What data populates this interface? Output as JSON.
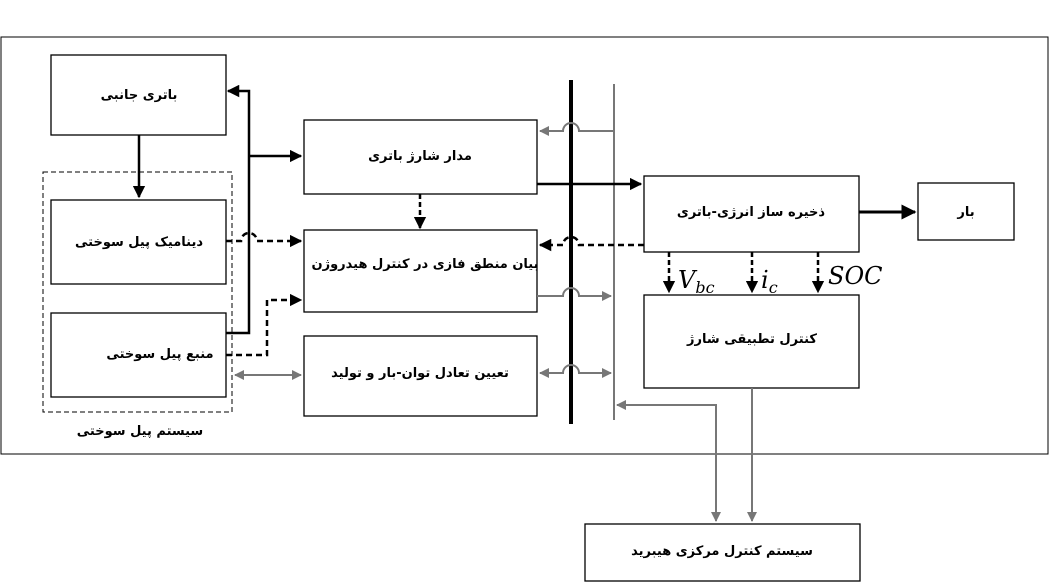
{
  "blocks": {
    "side_battery": "باتری جانبی",
    "fuel_cell_dynamics": "دینامیک پیل سوختی",
    "fuel_cell_source": "منبع پیل سوختی",
    "fuel_cell_system": "سیستم پیل سوختی",
    "battery_charge_circuit": "مدار شارژ باتری",
    "fuzzy_logic_hydrogen_control": "بیان منطق فازی در کنترل هیدروژن",
    "power_balance": "تعیین تعادل توان-بار و تولید",
    "energy_storage_battery": "ذخیره ساز انرژی-باتری",
    "load": "بار",
    "adaptive_charge_control": "کنترل تطبیقی شارژ",
    "hybrid_central_control": "سیستم کنترل مرکزی هیبرید"
  },
  "signals": {
    "vbc_main": "V",
    "vbc_sub": "bc",
    "ic_main": "i",
    "ic_sub": "c",
    "soc": "SOC"
  }
}
